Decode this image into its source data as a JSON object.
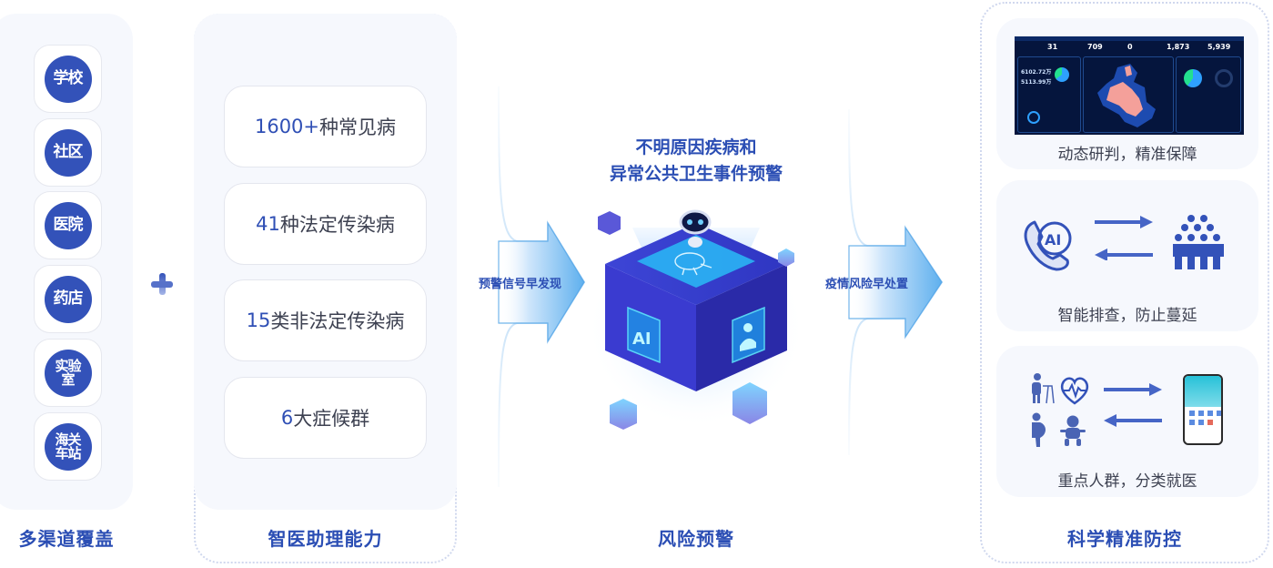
{
  "channels": {
    "title": "多渠道覆盖",
    "items": [
      {
        "label": "学校"
      },
      {
        "label": "社区"
      },
      {
        "label": "医院"
      },
      {
        "label": "药店"
      },
      {
        "label": "实验室"
      },
      {
        "label": "海关车站"
      }
    ]
  },
  "abilities": {
    "title": "智医助理能力",
    "items": [
      {
        "num": "1600+",
        "text": "种常见病"
      },
      {
        "num": "41",
        "text": "种法定传染病"
      },
      {
        "num": "15",
        "text": "类非法定传染病"
      },
      {
        "num": "6",
        "text": "大症候群"
      }
    ]
  },
  "risk": {
    "title": "风险预警",
    "headline_line1": "不明原因疾病和",
    "headline_line2": "异常公共卫生事件预警",
    "arrow_in_label": "预警信号早发现",
    "arrow_out_label": "疫情风险早处置",
    "cube_face_left": "AI"
  },
  "prevention": {
    "title": "科学精准防控",
    "cards": [
      {
        "caption": "动态研判，精准保障",
        "dashboard": {
          "stats": [
            "31",
            "709",
            "0",
            "1,873",
            "5,939"
          ],
          "left_values": [
            "6102.72万",
            "5113.99万"
          ]
        }
      },
      {
        "caption": "智能排查，防止蔓延",
        "icon_text": "AI"
      },
      {
        "caption": "重点人群，分类就医"
      }
    ]
  },
  "colors": {
    "brand": "#3352b9",
    "panel_bg": "#f6f8fd",
    "title": "#2b4eb4",
    "text": "#3d4151",
    "dashboard_bg": "#05153d",
    "map_highlight": "#f4a09a",
    "map_base": "#1d4bb0"
  }
}
